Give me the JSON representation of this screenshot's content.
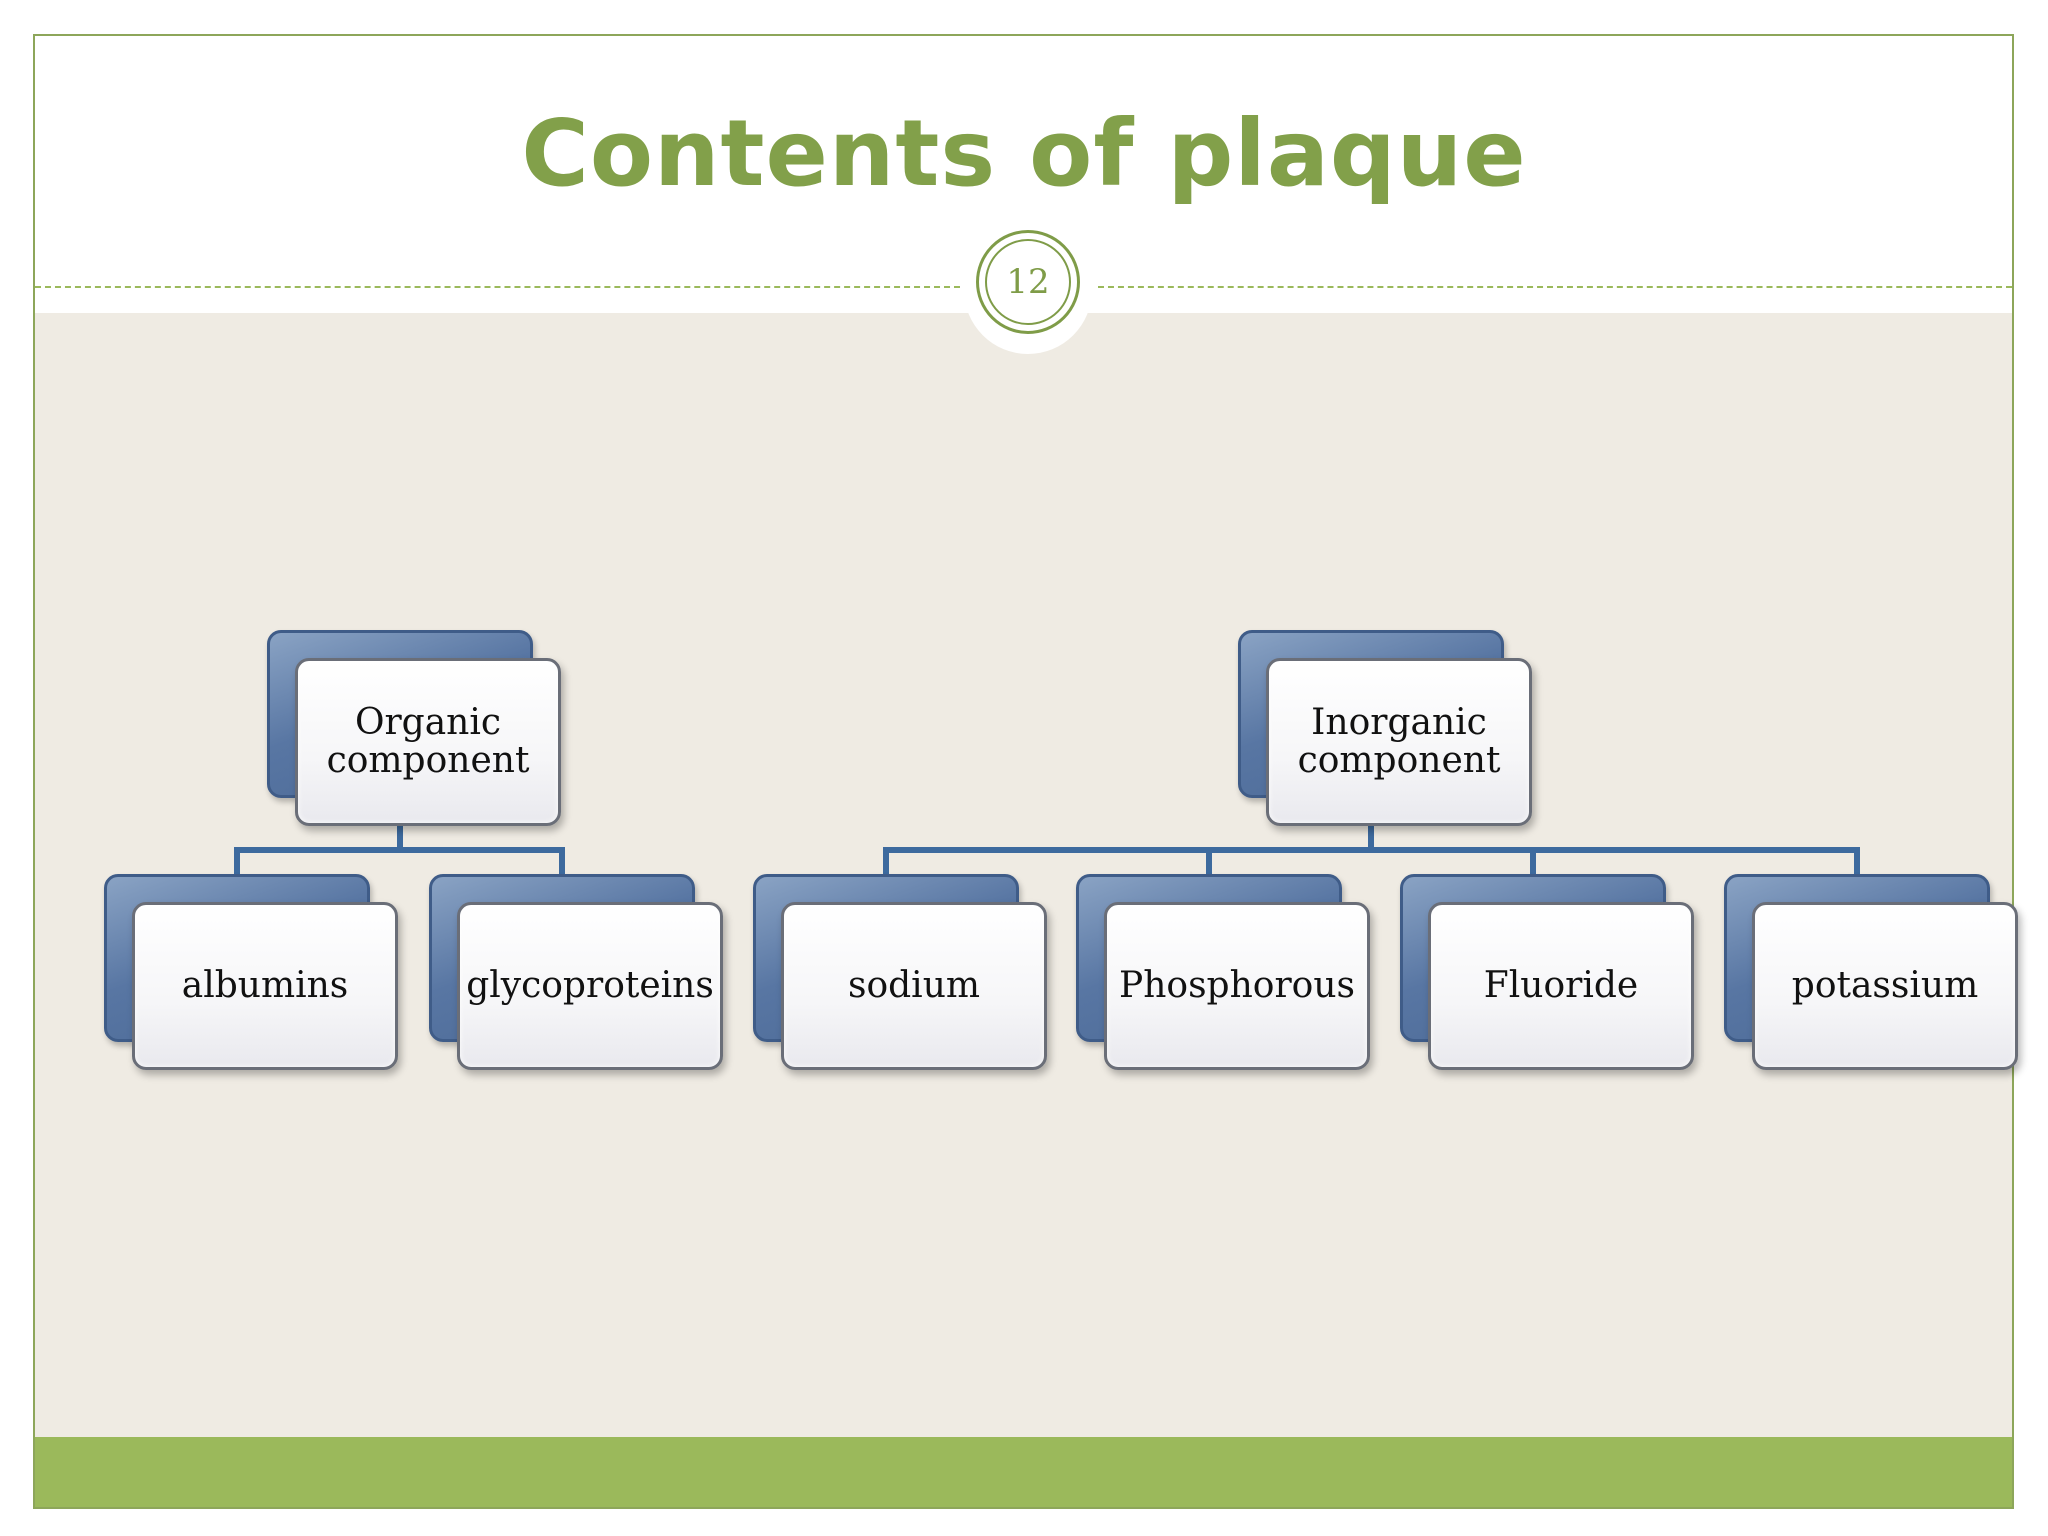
{
  "slide": {
    "title": "Contents of plaque",
    "page_number": "12"
  },
  "colors": {
    "accent_green": "#82a04a",
    "footer_green": "#9bb95b",
    "content_background": "#efebe3",
    "node_back_blue": "#5876a3",
    "connector_blue": "#3d6a9e"
  },
  "diagram": {
    "organic": {
      "line1": "Organic",
      "line2": "component",
      "children": [
        "albumins",
        "glycoproteins"
      ]
    },
    "inorganic": {
      "line1": "Inorganic",
      "line2": "component",
      "children": [
        "sodium",
        "Phosphorous",
        "Fluoride",
        "potassium"
      ]
    }
  }
}
